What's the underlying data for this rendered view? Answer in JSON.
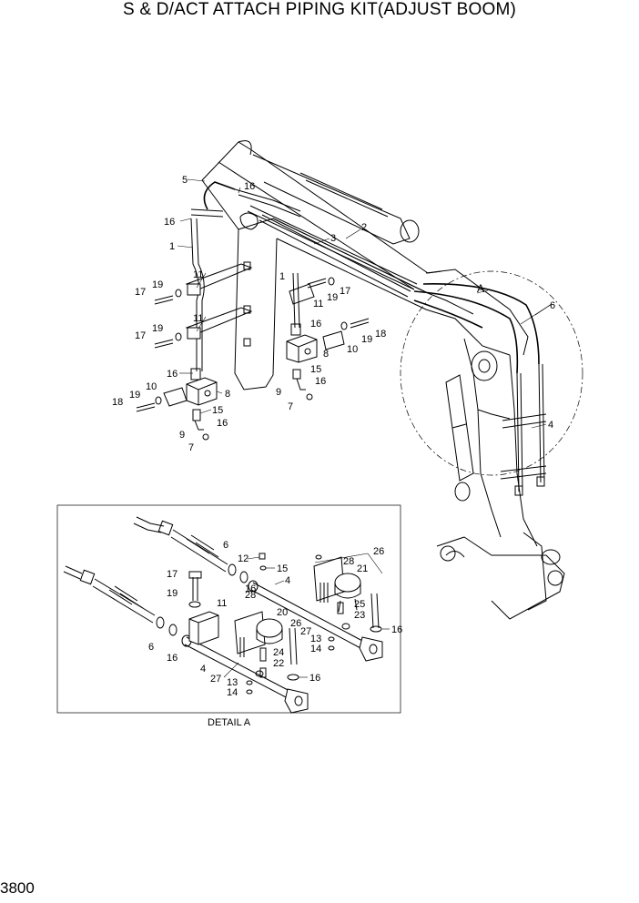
{
  "title": "S & D/ACT ATTACH PIPING KIT(ADJUST BOOM)",
  "page_number": "3800",
  "detail_caption": "DETAIL A",
  "detail_marker": "A",
  "main_labels": {
    "l5": "5",
    "l16a": "16",
    "l16b": "16",
    "l1a": "1",
    "l2": "2",
    "l3": "3",
    "l11a": "11",
    "l19a": "19",
    "l17a": "17",
    "l11b": "11",
    "l19b": "19",
    "l17b": "17",
    "l16c": "16",
    "l8a": "8",
    "l10a": "10",
    "l19c": "19",
    "l18a": "18",
    "l15a": "15",
    "l9a": "9",
    "l16d": "16",
    "l7a": "7",
    "l1b": "1",
    "l11c": "11",
    "l19d": "19",
    "l17c": "17",
    "l16e": "16",
    "l10b": "10",
    "l19e": "19",
    "l18b": "18",
    "l8b": "8",
    "l15b": "15",
    "l9b": "9",
    "l16f": "16",
    "l7b": "7",
    "l6": "6",
    "l4": "4"
  },
  "detail_labels": {
    "d6a": "6",
    "d12": "12",
    "d15": "15",
    "d4a": "4",
    "d26a": "26",
    "d28a": "28",
    "d21": "21",
    "d17": "17",
    "d16a": "16",
    "d25": "25",
    "d19": "19",
    "d23": "23",
    "d11": "11",
    "d28b": "28",
    "d16b": "16",
    "d20": "20",
    "d26b": "26",
    "d27a": "27",
    "d13a": "13",
    "d14a": "14",
    "d6b": "6",
    "d16c": "16",
    "d24": "24",
    "d22": "22",
    "d4b": "4",
    "d27b": "27",
    "d13b": "13",
    "d14b": "14",
    "d16d": "16"
  }
}
